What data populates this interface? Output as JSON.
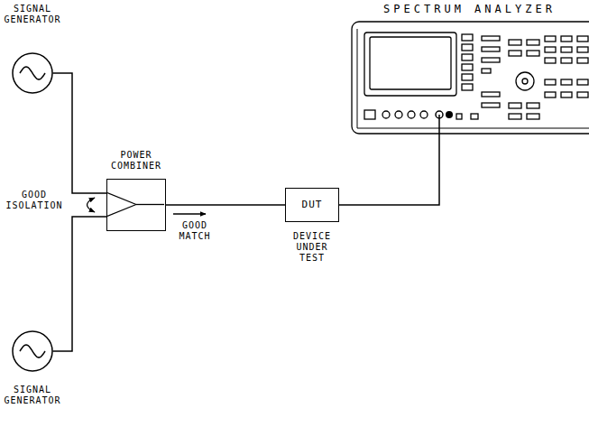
{
  "diagram": {
    "nodes": [
      {
        "text": [
          "SIGNAL GENERATOR"
        ]
      },
      {
        "text": [
          "POWER COMBINER"
        ]
      },
      {
        "text": [
          "DUT",
          "DEVICE UNDER TEST"
        ]
      },
      {
        "text": [
          "SPECTRUM ANALYZER"
        ]
      },
      {
        "text": [
          "SIGNAL GENERATOR"
        ]
      }
    ],
    "edges": [
      {
        "from": 0,
        "to": 1,
        "arrow": "none"
      },
      {
        "from": 4,
        "to": 1,
        "arrow": "none"
      },
      {
        "from": 1,
        "to": 2,
        "arrow": "none"
      },
      {
        "from": 2,
        "to": 3,
        "arrow": "none"
      }
    ],
    "labels": [
      "GOOD ISOLATION",
      "GOOD MATCH"
    ]
  }
}
